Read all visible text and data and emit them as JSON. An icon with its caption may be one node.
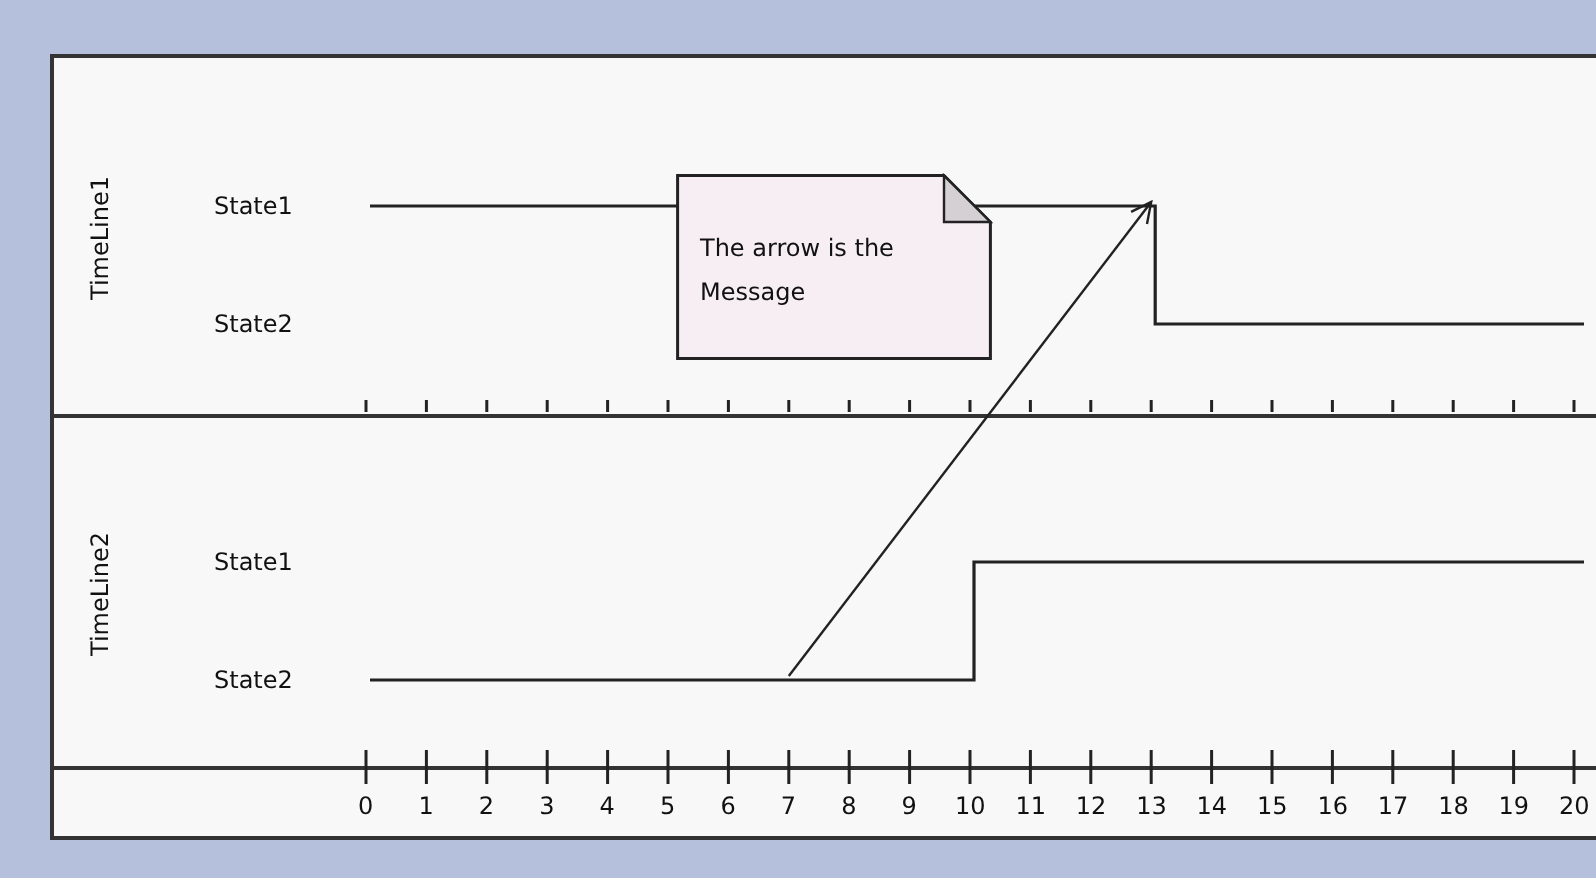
{
  "diagram": {
    "nodes": [
      {
        "text": [
          "TimeLine1",
          "State1",
          "State2"
        ]
      },
      {
        "text": [],
        "shape": "line",
        "in": 0
      },
      {
        "text": [
          "The arrow is the Message"
        ],
        "in": 0
      },
      {
        "text": [
          "TimeLine2",
          "State1",
          "State2"
        ]
      },
      {
        "text": [],
        "shape": "line",
        "in": 3
      }
    ],
    "edges": [
      {
        "from": 4,
        "to": 1,
        "arrow": "to"
      }
    ],
    "labels": [
      "0",
      "1",
      "2",
      "3",
      "4",
      "5",
      "6",
      "7",
      "8",
      "9",
      "10",
      "11",
      "12",
      "13",
      "14",
      "15",
      "16",
      "17",
      "18",
      "19",
      "20"
    ]
  }
}
